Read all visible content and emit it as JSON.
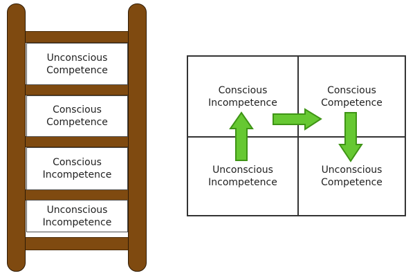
{
  "ladder": {
    "steps": [
      {
        "label": "Unconscious Competence"
      },
      {
        "label": "Conscious Competence"
      },
      {
        "label": "Conscious Incompetence"
      },
      {
        "label": "Unconscious Incompetence"
      }
    ]
  },
  "matrix": {
    "quadrants": {
      "top_left": "Conscious Incompetence",
      "top_right": "Conscious Competence",
      "bottom_left": "Unconscious Incompetence",
      "bottom_right": "Unconscious Competence"
    },
    "arrows": [
      {
        "direction": "up"
      },
      {
        "direction": "right"
      },
      {
        "direction": "down"
      }
    ]
  },
  "colors": {
    "ladder_brown": "#7f4a10",
    "ladder_outline": "#2e1b06",
    "arrow_fill": "#66c832",
    "arrow_stroke": "#3e9415",
    "grid_line": "#333333",
    "text": "#1f1f1f"
  }
}
